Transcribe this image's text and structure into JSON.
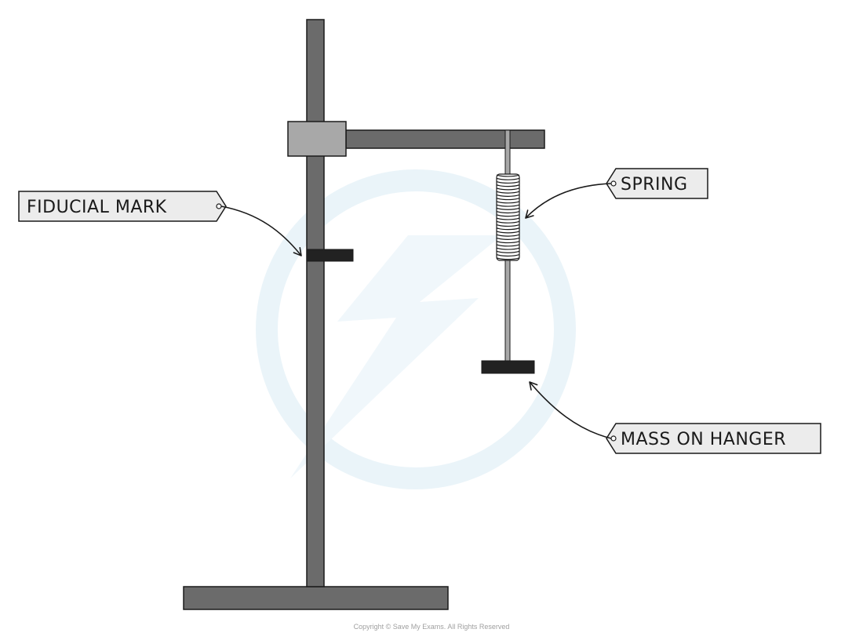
{
  "labels": {
    "fiducial_mark": "FIDUCIAL MARK",
    "spring": "SPRING",
    "mass_on_hanger": "MASS ON HANGER"
  },
  "footer": {
    "copyright": "Copyright © Save My Exams. All Rights Reserved"
  },
  "colors": {
    "rod": "#6b6b6b",
    "clamp": "#a8a8a8",
    "mark": "#222222",
    "outline": "#1a1a1a",
    "tag_fill": "#ececec",
    "watermark": "#e6f2f8"
  },
  "icons": {
    "watermark": "lightning-circle-watermark-icon",
    "tag_hole": "tag-hole-icon",
    "arrow": "curved-arrow-icon"
  }
}
